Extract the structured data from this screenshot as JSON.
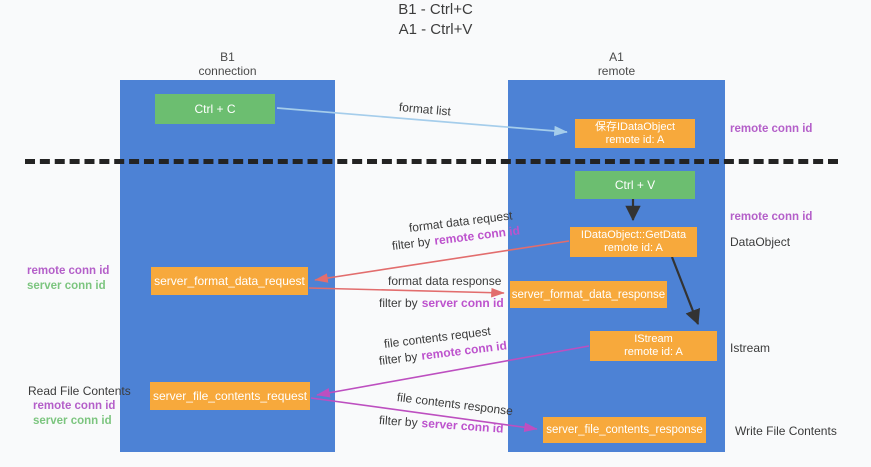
{
  "title": {
    "line1": "B1 - Ctrl+C",
    "line2": "A1 - Ctrl+V"
  },
  "lanes": {
    "left": {
      "name": "B1",
      "sub": "connection"
    },
    "right": {
      "name": "A1",
      "sub": "remote"
    }
  },
  "nodes": {
    "ctrl_c": {
      "label": "Ctrl + C"
    },
    "ctrl_v": {
      "label": "Ctrl + V"
    },
    "save_dataobject": {
      "line1": "保存IDataObject",
      "line2": "remote id: A"
    },
    "getdata": {
      "line1": "IDataObject::GetData",
      "line2": "remote id: A"
    },
    "istream": {
      "line1": "IStream",
      "line2": "remote id: A"
    },
    "server_format_data_request": {
      "label": "server_format_data_request"
    },
    "server_format_data_response": {
      "label": "server_format_data_response"
    },
    "server_file_contents_request": {
      "label": "server_file_contents_request"
    },
    "server_file_contents_response": {
      "label": "server_file_contents_response"
    }
  },
  "edges": {
    "format_list": {
      "label": "format list"
    },
    "format_data_request": {
      "label": "format data request",
      "filter_prefix": "filter by",
      "filter_value": "remote conn id"
    },
    "format_data_response": {
      "label": "format data response",
      "filter_prefix": "filter by",
      "filter_value": "server conn id"
    },
    "file_contents_request": {
      "label": "file contents request",
      "filter_prefix": "filter by",
      "filter_value": "remote conn id"
    },
    "file_contents_response": {
      "label": "file contents response",
      "filter_prefix": "filter by",
      "filter_value": "server conn id"
    }
  },
  "annotations": {
    "top_right_remote_conn_id": "remote conn id",
    "mid_right_remote_conn_id": "remote conn id",
    "dataobject": "DataObject",
    "istream": "Istream",
    "write_file_contents": "Write File Contents",
    "read_file_contents": "Read File Contents",
    "left_mid": {
      "remote": "remote conn id",
      "server": "server conn id"
    },
    "left_bottom": {
      "remote": "remote conn id",
      "server": "server conn id"
    }
  },
  "colors": {
    "lane_blue": "#4d82d5",
    "node_green": "#6cbe70",
    "node_orange": "#f7a93c",
    "arrow_blue": "#a5cdeb",
    "arrow_red": "#e26d6d",
    "arrow_magenta": "#bd4fc0",
    "text_purple": "#b45fc9",
    "text_green": "#7cc57f",
    "text_dark": "#3b3b3b"
  }
}
